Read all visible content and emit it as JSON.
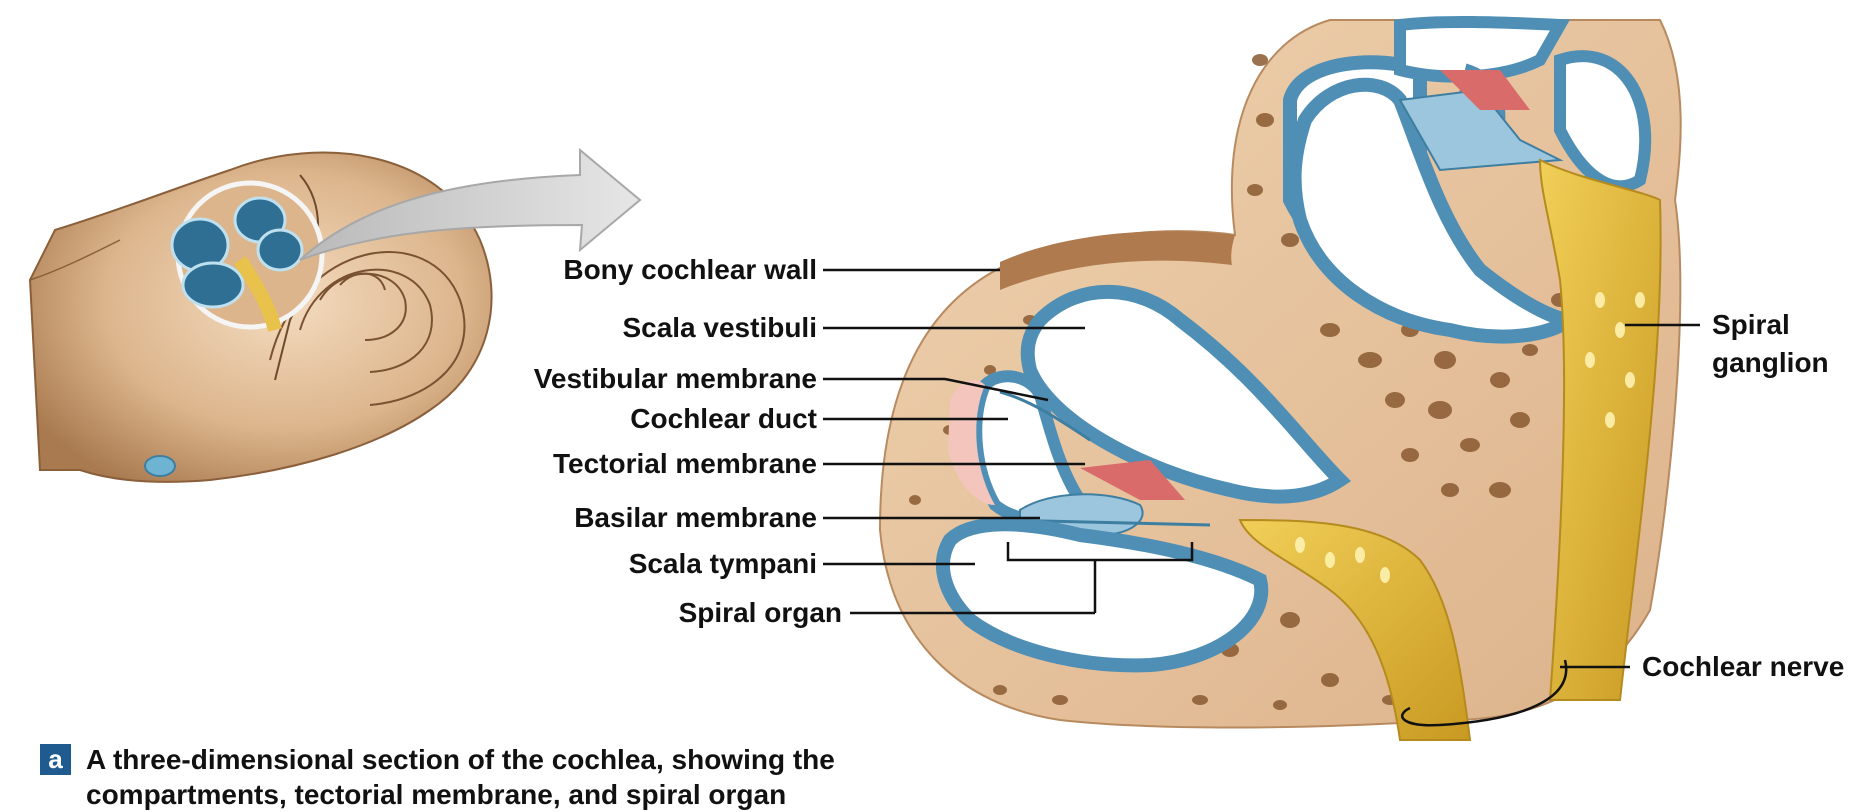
{
  "labels": {
    "bony_cochlear_wall": "Bony cochlear wall",
    "scala_vestibuli": "Scala vestibuli",
    "vestibular_membrane": "Vestibular membrane",
    "cochlear_duct": "Cochlear duct",
    "tectorial_membrane": "Tectorial membrane",
    "basilar_membrane": "Basilar membrane",
    "scala_tympani": "Scala tympani",
    "spiral_organ": "Spiral organ",
    "spiral_ganglion_line1": "Spiral",
    "spiral_ganglion_line2": "ganglion",
    "cochlear_nerve": "Cochlear nerve"
  },
  "caption": {
    "badge": "a",
    "text": "A three-dimensional section of the cochlea, showing the compartments, tectorial membrane, and spiral organ"
  },
  "colors": {
    "bone": "#e8c9a4",
    "bone_shadow": "#c9a07a",
    "bone_pores": "#8a5a32",
    "duct_blue": "#4f8fb5",
    "duct_light": "#9cc6dd",
    "pink": "#f3c5bd",
    "nerve": "#e2b93a",
    "badge": "#1f5b8e"
  }
}
